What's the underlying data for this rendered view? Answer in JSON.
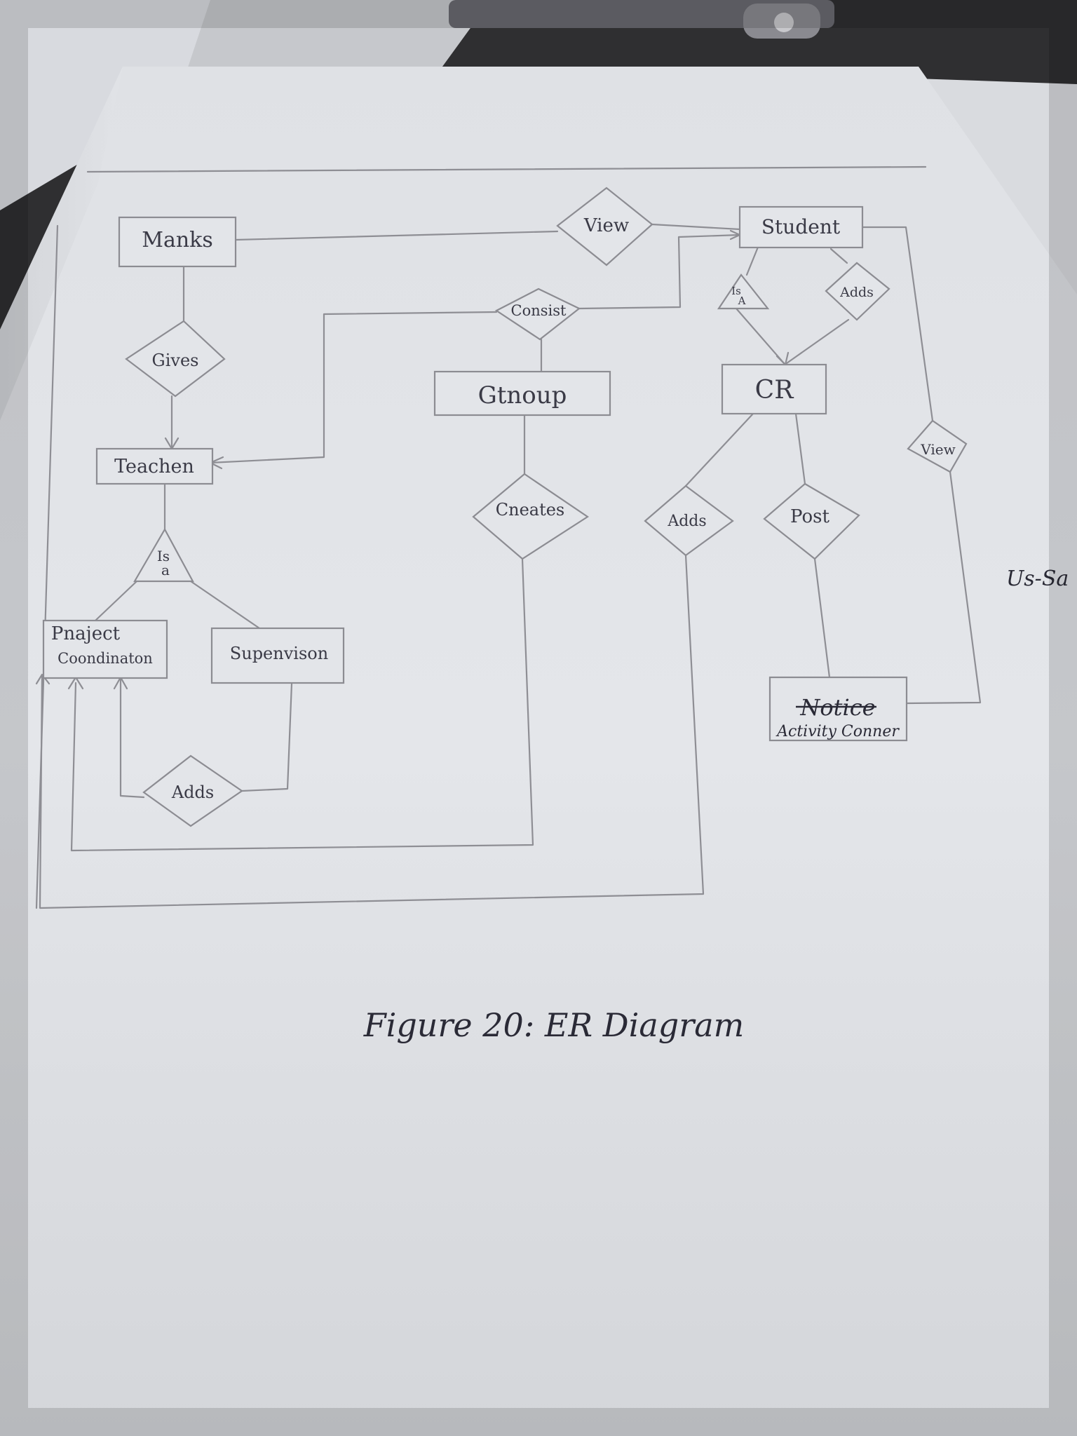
{
  "diagram": {
    "entities": {
      "marks": "Manks",
      "student": "Student",
      "group": "Gtnoup",
      "cr": "CR",
      "teacher": "Teachen",
      "project_coordinator_line1": "Pnaject",
      "project_coordinator_line2": "Coondinaton",
      "supervisor": "Supenvison",
      "notice_struck": "Notice",
      "activity_corner": "Activity Conner"
    },
    "relationships": {
      "view_top": "View",
      "consist": "Consist",
      "gives": "Gives",
      "is_a_student_line1": "Is",
      "is_a_student_line2": "A",
      "adds_student": "Adds",
      "view_right": "View",
      "creates": "Cneates",
      "adds_cr": "Adds",
      "post": "Post",
      "is_a_teacher_line1": "Is",
      "is_a_teacher_line2": "a",
      "adds_pc": "Adds"
    },
    "caption": "Figure 20: ER Diagram",
    "margin_note": "Us-Sa"
  },
  "colors": {
    "paper": "#e6e8ec",
    "pencil": "#8e8e94",
    "ink": "#2a2a36",
    "background": "#3a3a3c"
  }
}
